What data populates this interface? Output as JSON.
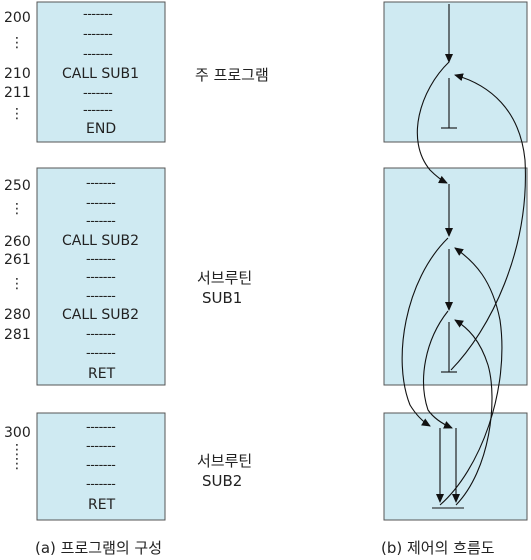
{
  "accent_color": "#cfeaf2",
  "structure": {
    "caption": "(a) 프로그램의 구성",
    "main_program": {
      "label": "주 프로그램",
      "addresses": [
        "200",
        "⋮",
        "210",
        "211",
        "⋮"
      ],
      "lines": [
        "-------",
        "-------",
        "-------",
        "CALL SUB1",
        "-------",
        "-------",
        "END"
      ]
    },
    "sub1": {
      "label_line1": "서브루틴",
      "label_line2": "SUB1",
      "addresses": [
        "250",
        "⋮",
        "260",
        "261",
        "⋮",
        "280",
        "281"
      ],
      "lines": [
        "-------",
        "-------",
        "-------",
        "CALL SUB2",
        "-------",
        "-------",
        "-------",
        "CALL SUB2",
        "-------",
        "-------",
        "RET"
      ]
    },
    "sub2": {
      "label_line1": "서브루틴",
      "label_line2": "SUB2",
      "addresses": [
        "300",
        "⋮"
      ],
      "lines": [
        "-------",
        "-------",
        "-------",
        "-------",
        "RET"
      ]
    }
  },
  "control_flow": {
    "caption": "(b) 제어의 흐름도"
  }
}
